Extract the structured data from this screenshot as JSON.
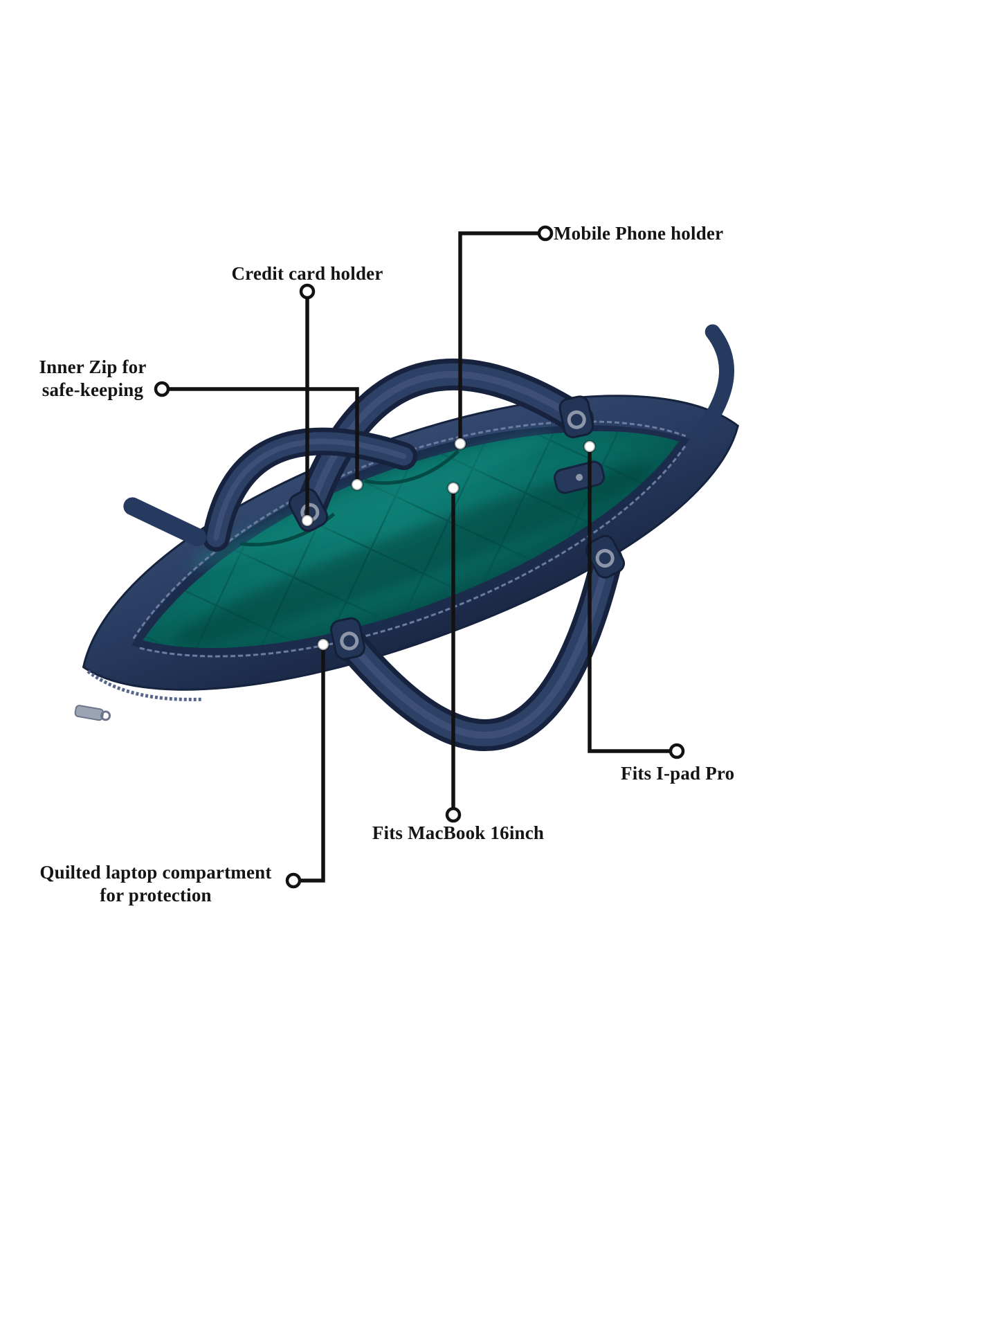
{
  "page": {
    "background": "#ffffff",
    "type": "product-feature-diagram"
  },
  "product": {
    "name": "laptop-bag-top-view",
    "description": "Open navy leather laptop bag viewed from above showing teal quilted lining with feature callouts",
    "colors": {
      "leather": "#2c3f63",
      "leather_dark": "#16233e",
      "leather_light": "#44567d",
      "lining": "#086b63",
      "lining_dark": "#04504a",
      "hardware": "#9aa4b4",
      "callout_line": "#121212",
      "label_text": "#141414"
    }
  },
  "callouts": [
    {
      "id": "mobile-phone-holder",
      "label": "Mobile Phone holder"
    },
    {
      "id": "credit-card-holder",
      "label": "Credit card holder"
    },
    {
      "id": "inner-zip",
      "label": "Inner Zip for safe-keeping"
    },
    {
      "id": "fits-ipad-pro",
      "label": "Fits I-pad Pro"
    },
    {
      "id": "fits-macbook",
      "label": "Fits MacBook 16inch"
    },
    {
      "id": "quilted-compartment",
      "label": "Quilted laptop compartment for protection"
    }
  ]
}
